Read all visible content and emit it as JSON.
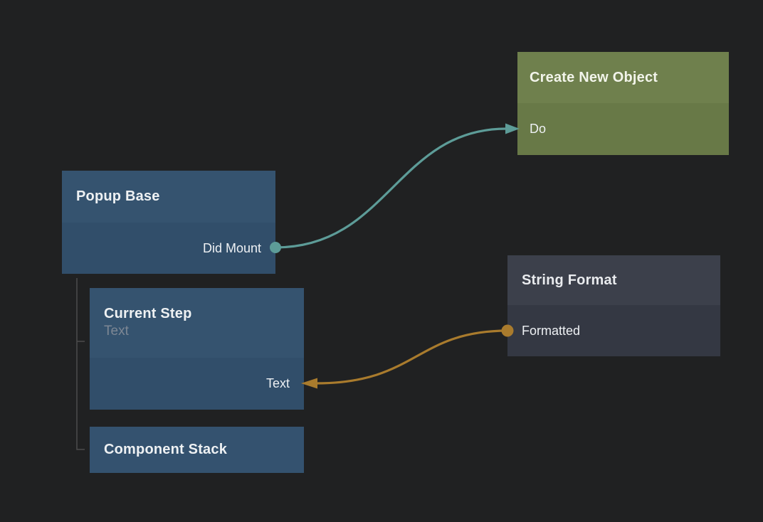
{
  "app": {
    "view": "node-graph-canvas",
    "background_color": "#202122"
  },
  "nodes": {
    "create_new_object": {
      "title": "Create New Object",
      "header_color": "#6f804d",
      "body_color": "#687947",
      "ports": {
        "do": {
          "label": "Do",
          "direction": "input",
          "side": "left",
          "connector": "arrow",
          "color": "#5d9c98"
        }
      }
    },
    "popup_base": {
      "title": "Popup Base",
      "header_color": "#35536f",
      "body_color": "#314e6a",
      "ports": {
        "did_mount": {
          "label": "Did Mount",
          "direction": "output",
          "side": "right",
          "connector": "circle",
          "color": "#5d9c98"
        }
      }
    },
    "current_step": {
      "title": "Current Step",
      "subtitle": "Text",
      "header_color": "#35536f",
      "body_color": "#314e6a",
      "ports": {
        "text": {
          "label": "Text",
          "direction": "input",
          "side": "right",
          "connector": "arrow",
          "color": "#a97b2d"
        }
      }
    },
    "component_stack": {
      "title": "Component Stack",
      "header_color": "#34526f"
    },
    "string_format": {
      "title": "String Format",
      "header_color": "#3c404b",
      "body_color": "#343843",
      "ports": {
        "formatted": {
          "label": "Formatted",
          "direction": "output",
          "side": "left",
          "connector": "circle",
          "color": "#a97b2d"
        }
      }
    }
  },
  "connections": [
    {
      "from_node": "Popup Base",
      "from_port": "Did Mount",
      "to_node": "Create New Object",
      "to_port": "Do",
      "color": "#5d9c98"
    },
    {
      "from_node": "String Format",
      "from_port": "Formatted",
      "to_node": "Current Step",
      "to_port": "Text",
      "color": "#a97b2d"
    }
  ],
  "hierarchy": {
    "parent": "Popup Base",
    "children": [
      "Current Step",
      "Component Stack"
    ],
    "line_color": "#4c4c4c"
  }
}
